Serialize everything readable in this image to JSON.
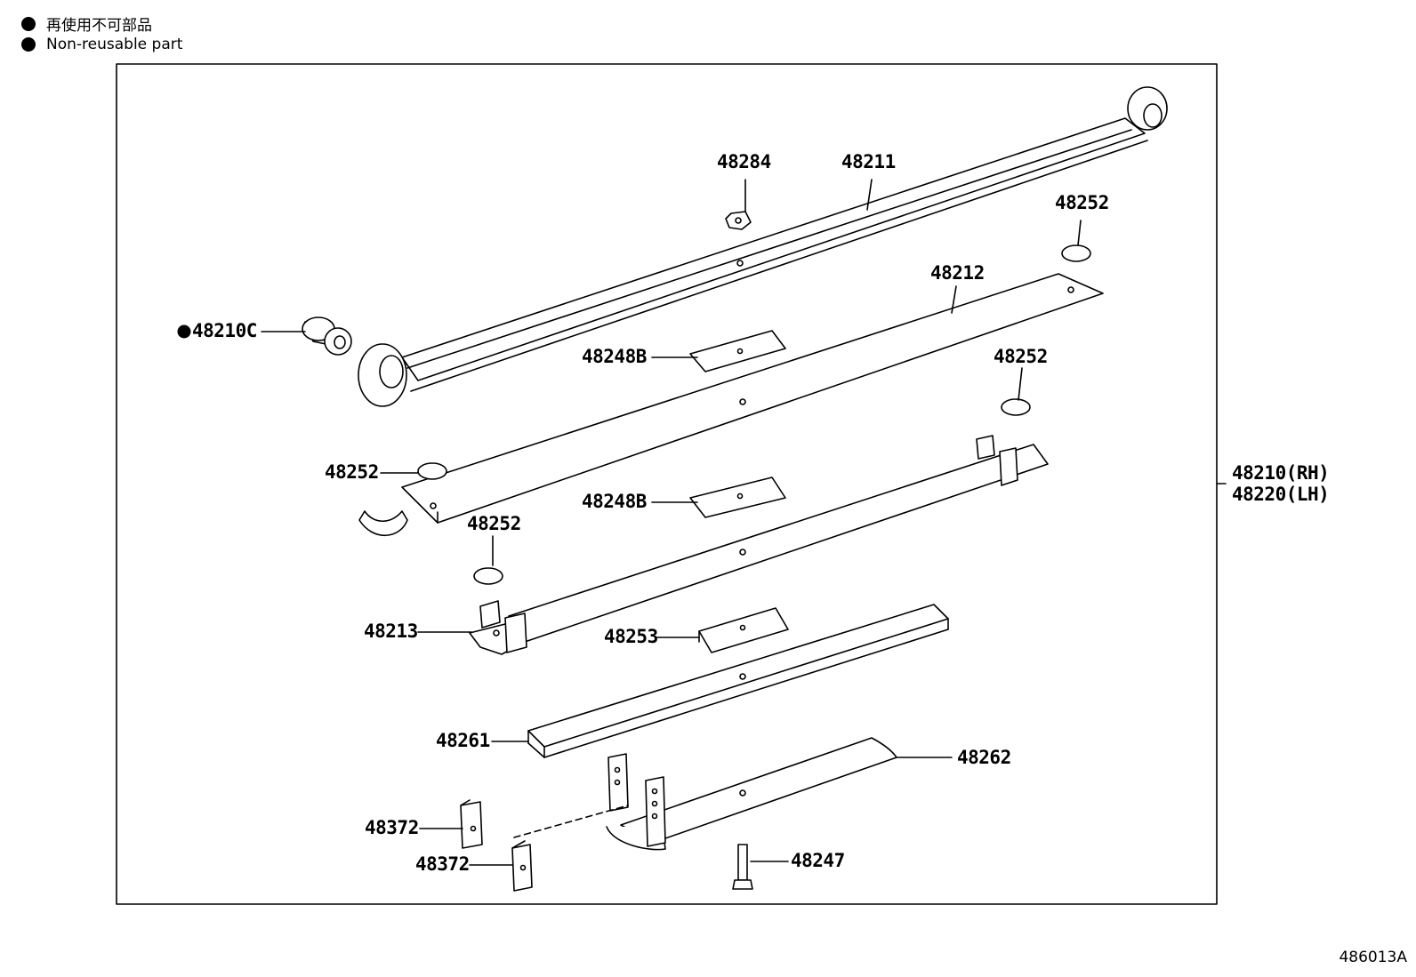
{
  "legend": {
    "jp": "再使用不可部品",
    "en": "Non-reusable part"
  },
  "parts": {
    "p48284": "48284",
    "p48211": "48211",
    "p48252_a": "48252",
    "p48212": "48212",
    "p48210c": "48210C",
    "p48248b_a": "48248B",
    "p48252_b": "48252",
    "p48252_c": "48252",
    "p48248b_b": "48248B",
    "p48252_d": "48252",
    "p48213": "48213",
    "p48253": "48253",
    "p48261": "48261",
    "p48262": "48262",
    "p48372_a": "48372",
    "p48372_b": "48372",
    "p48247": "48247",
    "assembly_rh": "48210(RH)",
    "assembly_lh": "48220(LH)"
  },
  "figure_id": "486013A"
}
